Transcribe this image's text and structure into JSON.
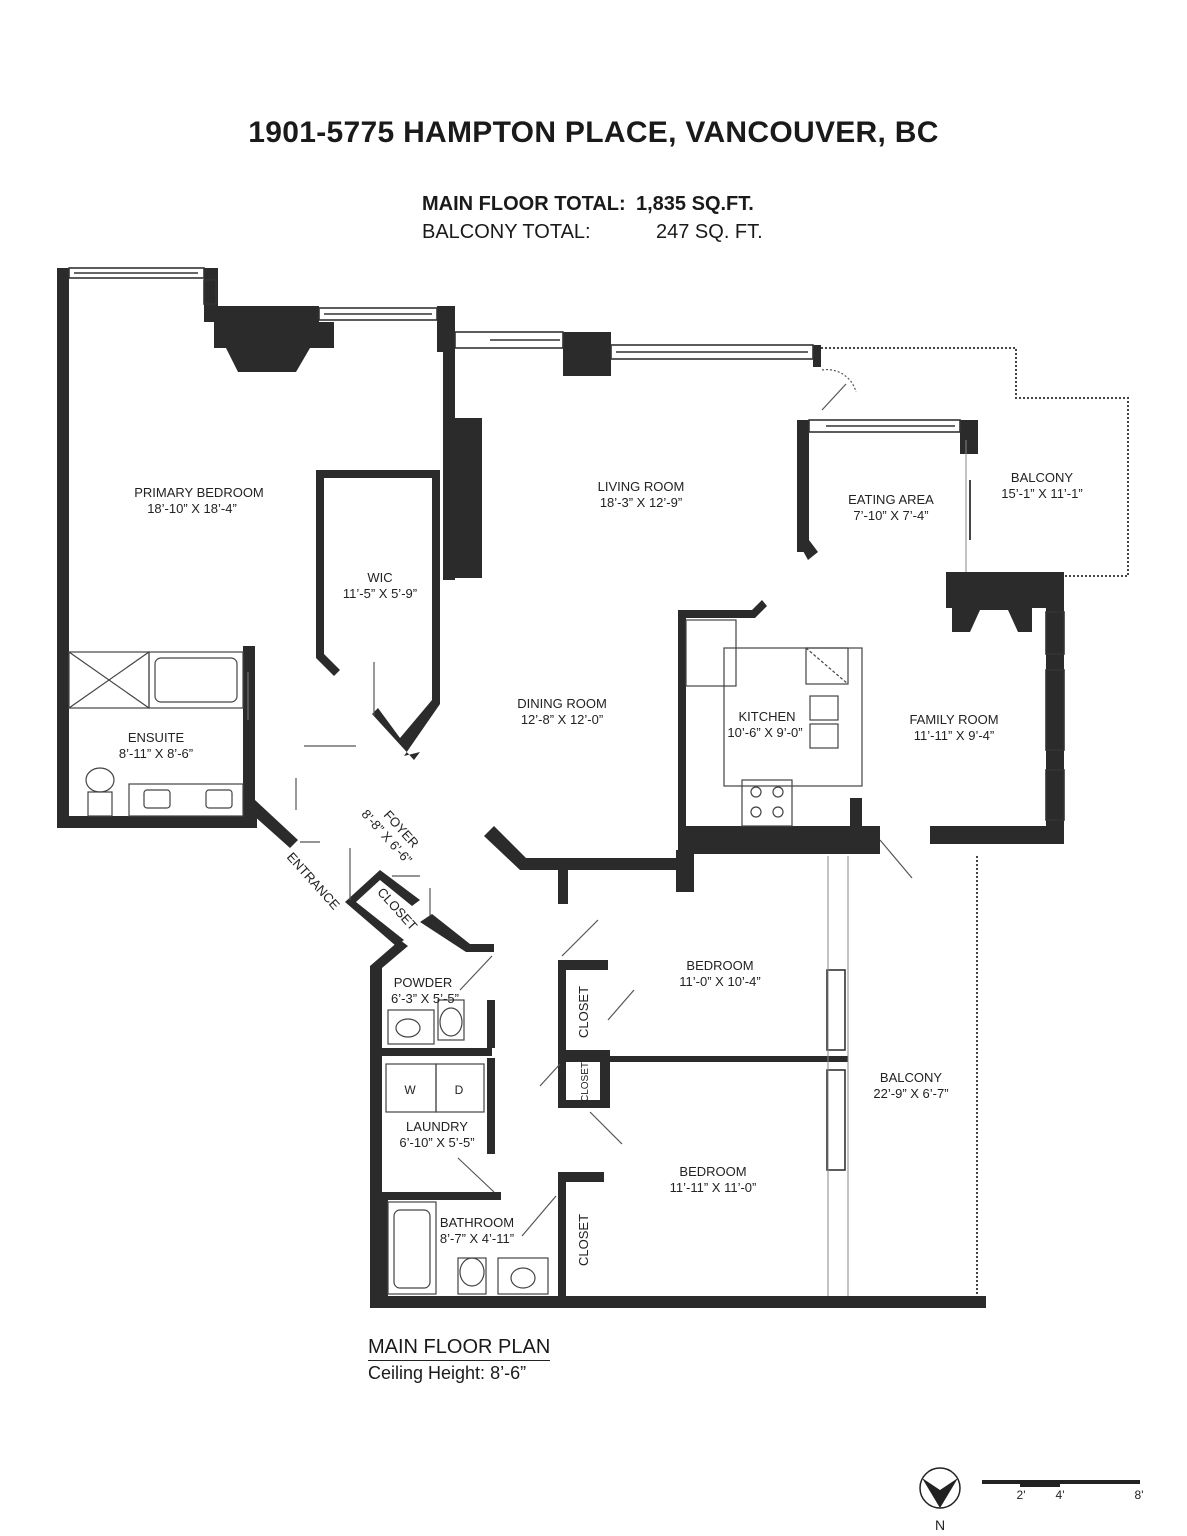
{
  "header": {
    "address": "1901-5775 HAMPTON PLACE, VANCOUVER, BC",
    "main_floor_label": "MAIN FLOOR TOTAL:",
    "main_floor_value": "1,835 SQ.FT.",
    "balcony_label": "BALCONY TOTAL:",
    "balcony_value": "247 SQ. FT."
  },
  "rooms": {
    "primary_bedroom": {
      "name": "PRIMARY BEDROOM",
      "dim": "18’-10” X 18’-4”"
    },
    "wic": {
      "name": "WIC",
      "dim": "11’-5” X 5’-9”"
    },
    "living_room": {
      "name": "LIVING ROOM",
      "dim": "18’-3” X 12’-9”"
    },
    "eating_area": {
      "name": "EATING AREA",
      "dim": "7’-10” X 7’-4”"
    },
    "balcony_top": {
      "name": "BALCONY",
      "dim": "15’-1” X 11’-1”"
    },
    "ensuite": {
      "name": "ENSUITE",
      "dim": "8’-11” X 8’-6”"
    },
    "dining_room": {
      "name": "DINING ROOM",
      "dim": "12’-8” X 12’-0”"
    },
    "kitchen": {
      "name": "KITCHEN",
      "dim": "10’-6” X 9’-0”"
    },
    "family_room": {
      "name": "FAMILY ROOM",
      "dim": "11’-11” X 9’-4”"
    },
    "foyer": {
      "name": "FOYER",
      "dim": "8’-8” X 6’-6”"
    },
    "entrance": {
      "name": "ENTRANCE"
    },
    "closet_foyer": {
      "name": "CLOSET"
    },
    "powder": {
      "name": "POWDER",
      "dim": "6’-3” X 5’-5”"
    },
    "bedroom_1": {
      "name": "BEDROOM",
      "dim": "11’-0” X 10’-4”"
    },
    "closet_bed1": {
      "name": "CLOSET"
    },
    "closet_small": {
      "name": "CLOSET"
    },
    "laundry": {
      "name": "LAUNDRY",
      "dim": "6’-10” X 5’-5”"
    },
    "washer": "W",
    "dryer": "D",
    "balcony_side": {
      "name": "BALCONY",
      "dim": "22’-9” X 6’-7”"
    },
    "bedroom_2": {
      "name": "BEDROOM",
      "dim": "11’-11” X 11’-0”"
    },
    "bathroom": {
      "name": "BATHROOM",
      "dim": "8’-7” X 4’-11”"
    },
    "closet_bed2": {
      "name": "CLOSET"
    }
  },
  "footer": {
    "plan_title": "MAIN FLOOR PLAN",
    "ceiling": "Ceiling Height: 8’-6”",
    "north": "N",
    "scale_labels": [
      "2'",
      "4'",
      "8'"
    ]
  }
}
